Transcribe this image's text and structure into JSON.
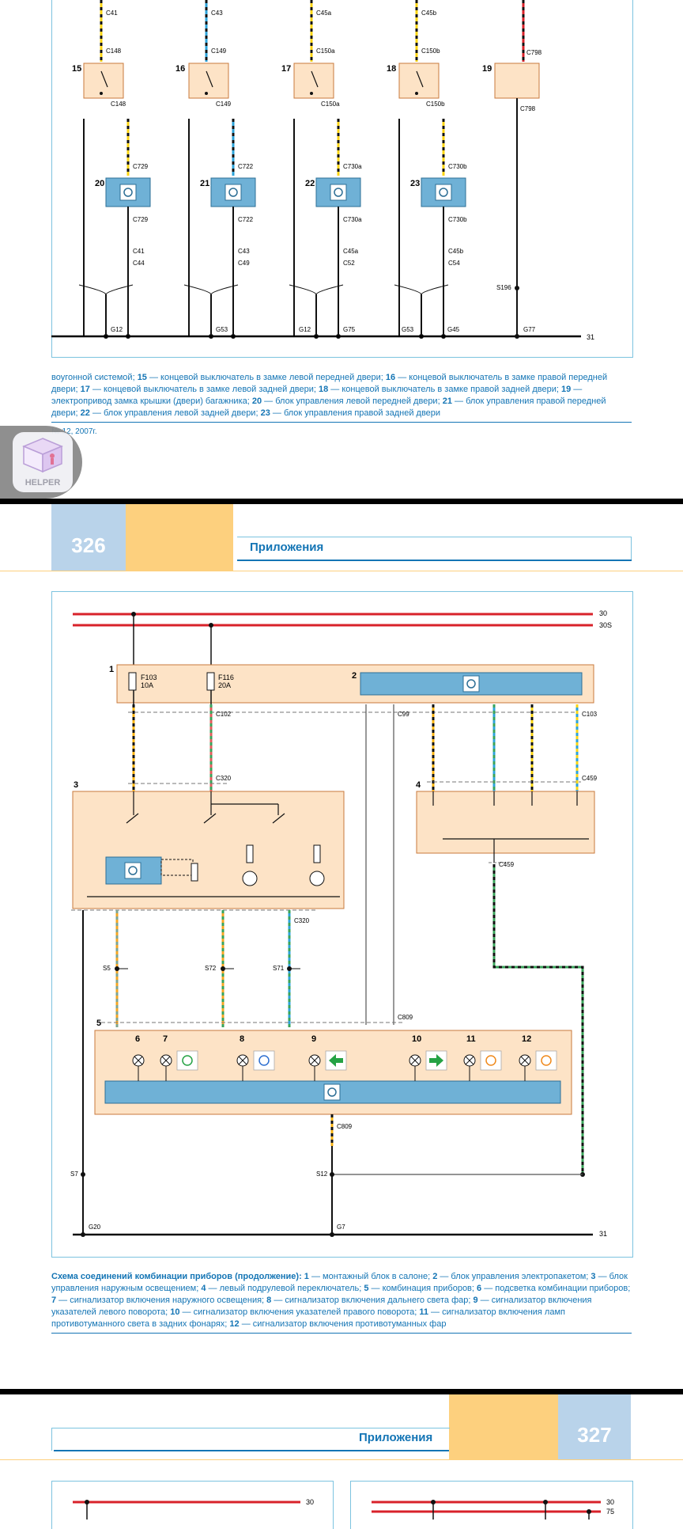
{
  "page_top": {
    "connectors_top": [
      "C41",
      "C43",
      "C45a",
      "C45b",
      "C798"
    ],
    "switches": [
      {
        "num": "15",
        "top": "C148",
        "bottom": "C148"
      },
      {
        "num": "16",
        "top": "C149",
        "bottom": "C149"
      },
      {
        "num": "17",
        "top": "C150a",
        "bottom": "C150a"
      },
      {
        "num": "18",
        "top": "C150b",
        "bottom": "C150b"
      },
      {
        "num": "19",
        "top": "C798",
        "bottom": "C798"
      }
    ],
    "modules": [
      {
        "num": "20",
        "top": "C729",
        "bottom": "C729",
        "c1": "C41",
        "c2": "C44"
      },
      {
        "num": "21",
        "top": "C722",
        "bottom": "C722",
        "c1": "C43",
        "c2": "C49"
      },
      {
        "num": "22",
        "top": "C730a",
        "bottom": "C730a",
        "c1": "C45a",
        "c2": "C52"
      },
      {
        "num": "23",
        "top": "C730b",
        "bottom": "C730b",
        "c1": "C45b",
        "c2": "C54"
      }
    ],
    "grounds": [
      "G12",
      "G53",
      "G12",
      "G75",
      "G53",
      "G45",
      "G77"
    ],
    "splice": "S196",
    "bus_label": "31",
    "caption_html": "воугонной системой; <b>15</b> — концевой выключатель в замке левой передней двери; <b>16</b> — концевой выключатель в замке правой передней двери; <b>17</b> — концевой выключатель в замке левой задней двери; <b>18</b> — концевой выключатель в замке правой задней двери; <b>19</b> — электропривод замка крышки (двери) багажника; <b>20</b> — блок управления левой передней двери; <b>21</b> — блок управления правой передней двери; <b>22</b> — блок управления левой задней двери; <b>23</b> — блок управления правой задней двери",
    "footer": "№ 12, 2007г."
  },
  "helper": {
    "label": "HELPER"
  },
  "page_326": {
    "number": "326",
    "title": "Приложения",
    "bus": [
      "30",
      "30S",
      "31"
    ],
    "fuses": [
      {
        "name": "F103",
        "rating": "10A"
      },
      {
        "name": "F116",
        "rating": "20A"
      }
    ],
    "connectors": [
      "C102",
      "C99",
      "C103",
      "C320",
      "C459",
      "C320",
      "C809",
      "C809"
    ],
    "splices": [
      "S5",
      "S72",
      "S71",
      "S7",
      "S12"
    ],
    "grounds": [
      "G20",
      "G7"
    ],
    "block_numbers": [
      "1",
      "2",
      "3",
      "4",
      "5",
      "6",
      "7",
      "8",
      "9",
      "10",
      "11",
      "12"
    ],
    "caption_html": "<b>Схема соединений комбинации приборов (продолжение): 1</b> — монтажный блок в салоне; <b>2</b> — блок управления электропакетом; <b>3</b> — блок управления наружным освещением; <b>4</b> — левый подрулевой переключатель; <b>5</b> — комбинация приборов; <b>6</b> — подсветка комбинации приборов; <b>7</b> — сигнализатор включения наружного освещения; <b>8</b> — сигнализатор включения дальнего света фар; <b>9</b> — сигнализатор включения указателей левого поворота; <b>10</b> — сигнализатор включения указателей правого поворота; <b>11</b> — сигнализатор включения ламп противотуманного света в задних фонарях; <b>12</b> — сигнализатор включения противотуманных фар"
  },
  "page_327": {
    "number": "327",
    "title": "Приложения",
    "bus_left": [
      "30"
    ],
    "bus_right": [
      "30",
      "75"
    ]
  },
  "colors": {
    "accent": "#1475b5",
    "frame": "#7cc3df",
    "orange": "#fdd07e",
    "lightblue": "#b9d3ea",
    "peach": "#fde3c6",
    "module": "#6fb1d6",
    "wire_red": "#d8222a"
  }
}
